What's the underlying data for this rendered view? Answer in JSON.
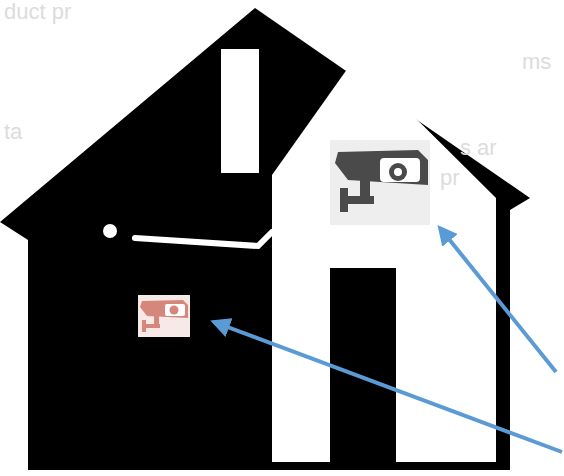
{
  "diagram": {
    "labels": [
      "duct pr",
      "ms",
      "ta",
      "s ar",
      "pr"
    ]
  }
}
